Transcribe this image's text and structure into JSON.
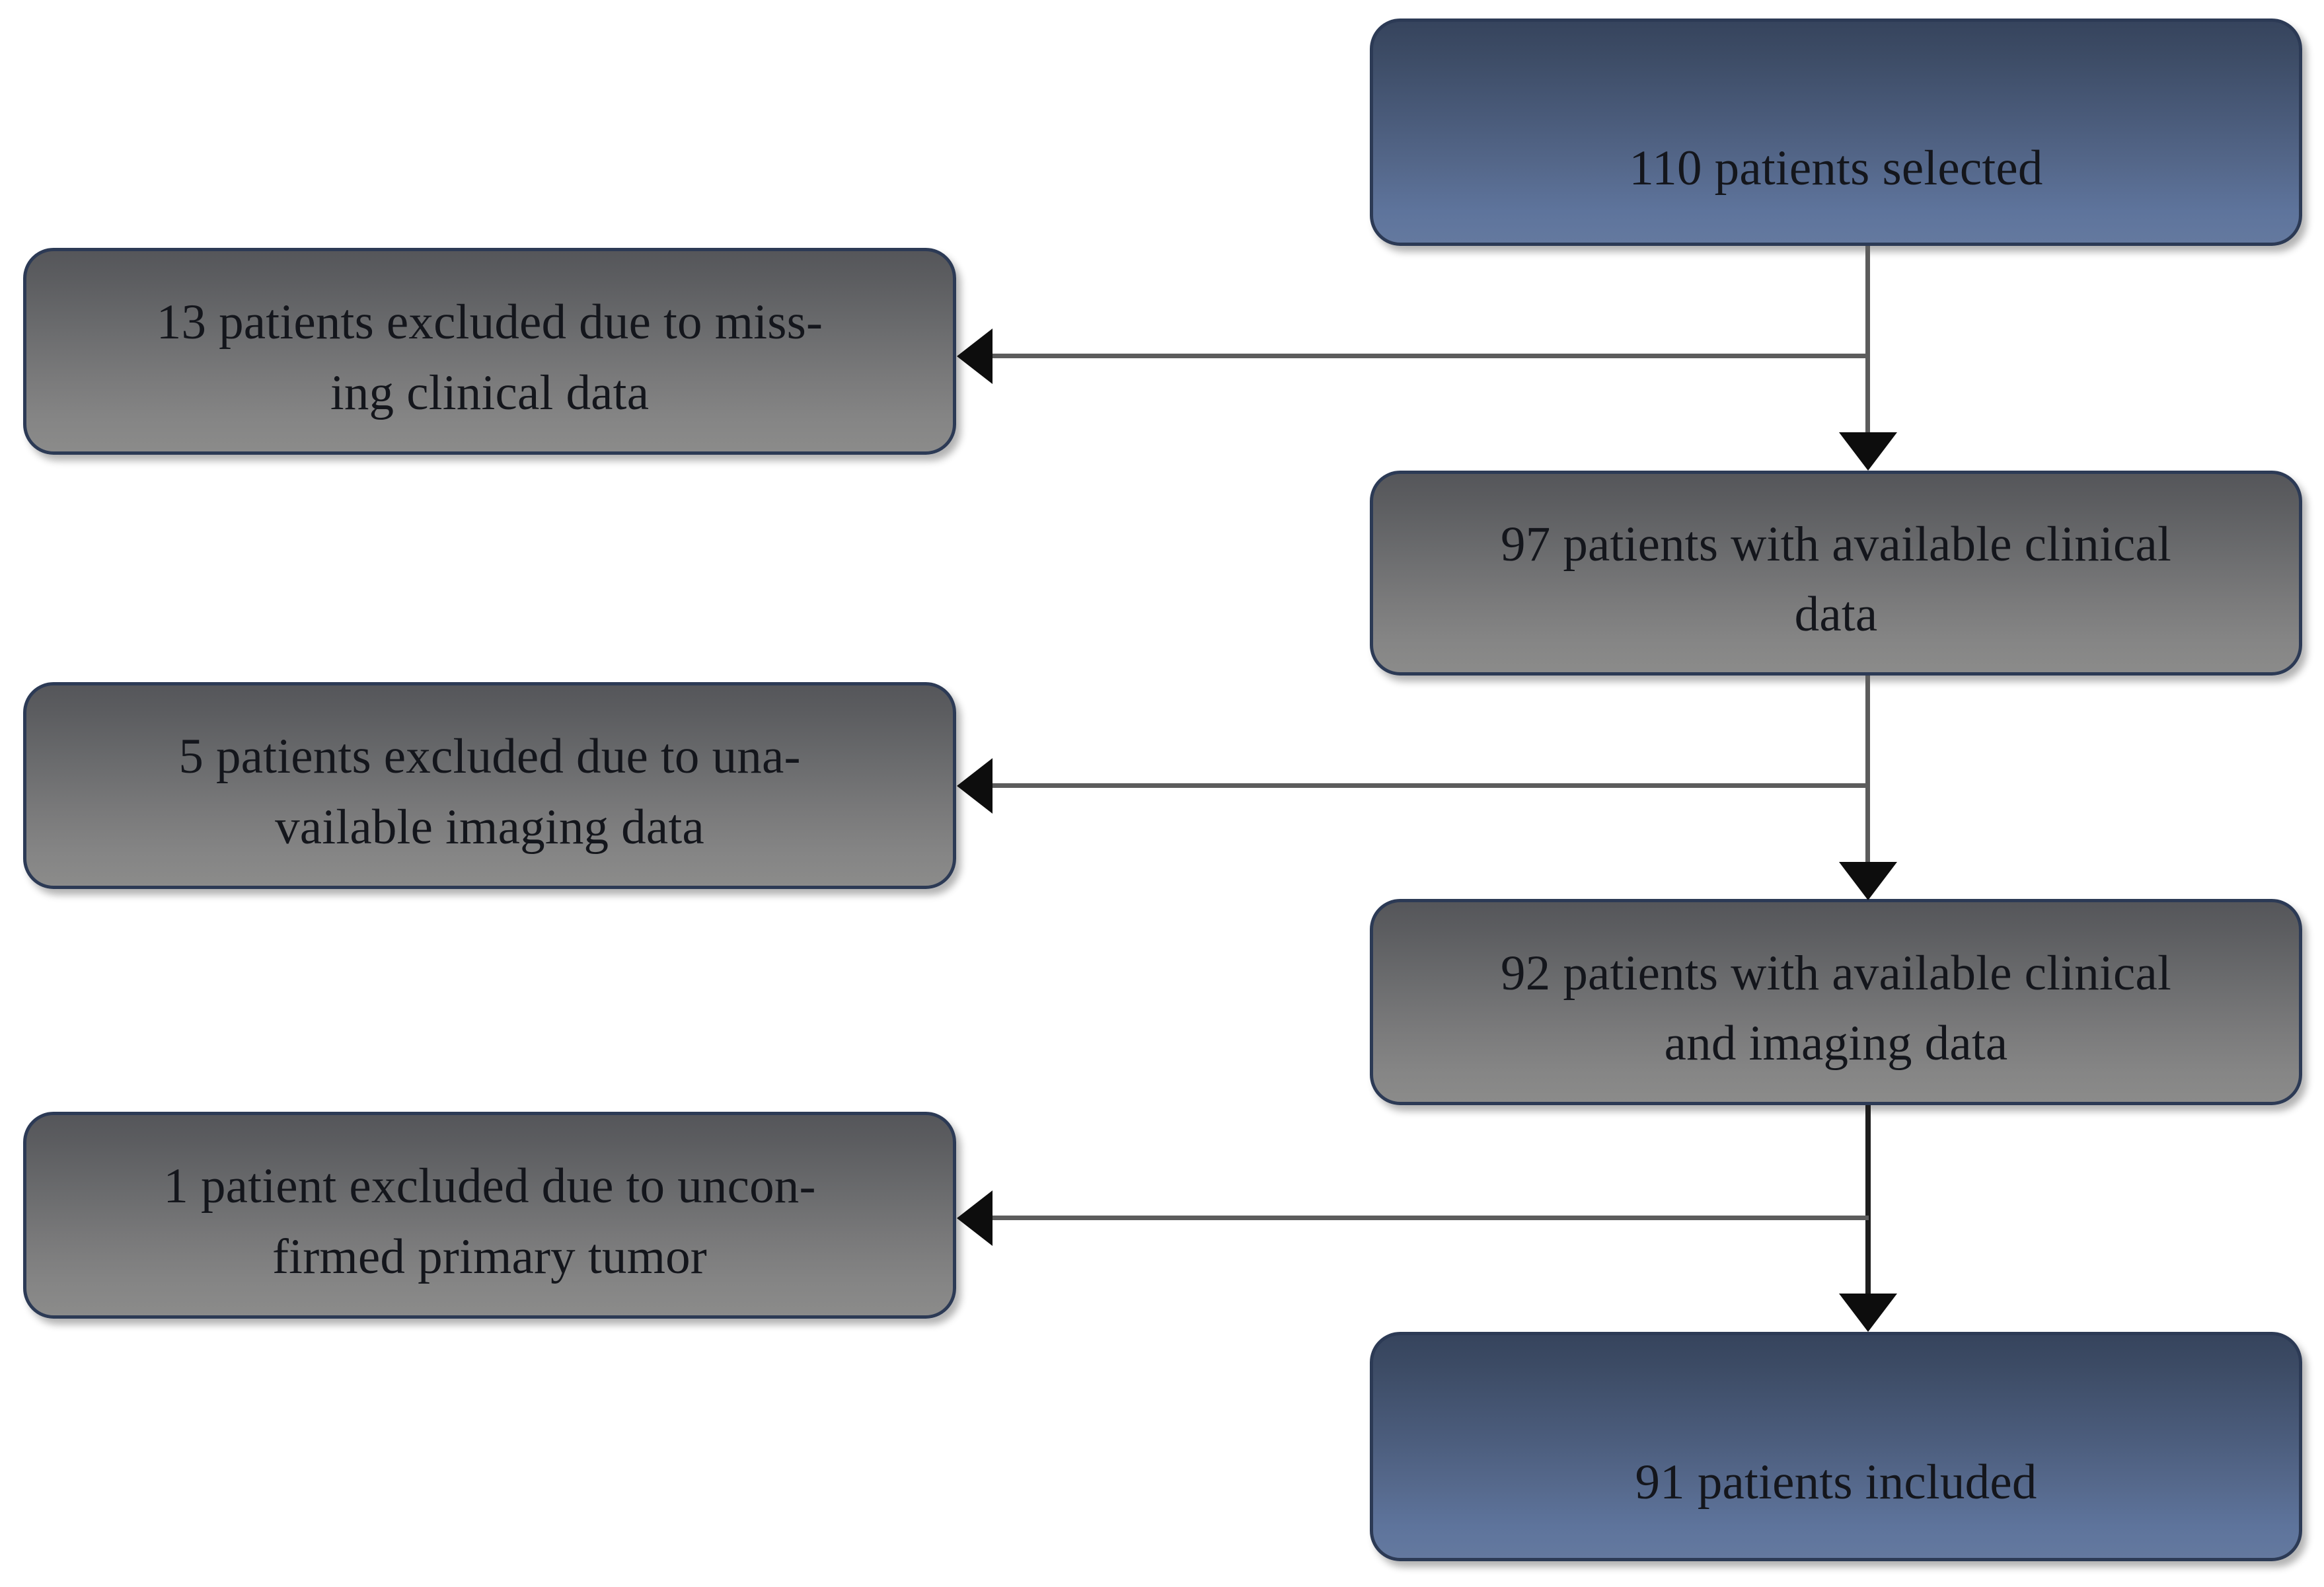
{
  "diagram": {
    "title": "Patient selection flowchart",
    "type": "flowchart",
    "colors": {
      "blue_node_top": "#36445d",
      "blue_node_bottom": "#64799f",
      "gray_node_top": "#55565a",
      "gray_node_bottom": "#8b8b8a",
      "node_border": "#2c3a55",
      "connector_line": "#5c5c5c",
      "arrowhead": "#0d0d0d",
      "text": "#14161c",
      "background": "#ffffff"
    }
  },
  "nodes": {
    "selected": {
      "label": "110 patients selected",
      "count": 110,
      "style": "blue"
    },
    "excluded_clinical": {
      "label": "13 patients excluded due to miss-\ning clinical data",
      "count": 13,
      "style": "gray"
    },
    "clinical": {
      "label": "97 patients with available clinical\ndata",
      "count": 97,
      "style": "gray"
    },
    "excluded_imaging": {
      "label": "5 patients excluded due to una-\nvailable imaging data",
      "count": 5,
      "style": "gray"
    },
    "clinical_imaging": {
      "label": "92 patients with available clinical\nand imaging data",
      "count": 92,
      "style": "gray"
    },
    "excluded_tumor": {
      "label": "1 patient excluded due to uncon-\nfirmed primary tumor",
      "count": 1,
      "style": "gray"
    },
    "included": {
      "label": "91 patients included",
      "count": 91,
      "style": "blue"
    }
  },
  "edges": [
    {
      "from": "selected",
      "to": "excluded_clinical",
      "direction": "left"
    },
    {
      "from": "selected",
      "to": "clinical",
      "direction": "down"
    },
    {
      "from": "clinical",
      "to": "excluded_imaging",
      "direction": "left"
    },
    {
      "from": "clinical",
      "to": "clinical_imaging",
      "direction": "down"
    },
    {
      "from": "clinical_imaging",
      "to": "excluded_tumor",
      "direction": "left"
    },
    {
      "from": "clinical_imaging",
      "to": "included",
      "direction": "down"
    }
  ]
}
